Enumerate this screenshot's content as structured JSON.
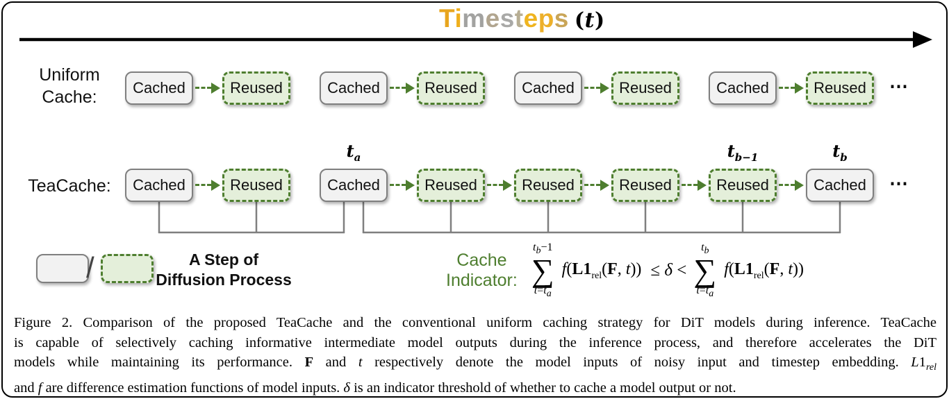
{
  "colors": {
    "accent_green": "#4e7e2f",
    "gold": "#E8A51E",
    "cached_fill": "#f2f2f2",
    "cached_border": "#7f7f7f",
    "reused_fill": "#e4efda",
    "bracket_gray": "#808080"
  },
  "title": {
    "letters": [
      {
        "ch": "T",
        "color": "#E8A51E"
      },
      {
        "ch": "i",
        "color": "#EFAF1C"
      },
      {
        "ch": "m",
        "color": "#A2A2A0"
      },
      {
        "ch": "e",
        "color": "#B1A58F"
      },
      {
        "ch": "s",
        "color": "#A9A9A7"
      },
      {
        "ch": "t",
        "color": "#B7AE94"
      },
      {
        "ch": "e",
        "color": "#EFB41F"
      },
      {
        "ch": "p",
        "color": "#EDB02A"
      },
      {
        "ch": "s",
        "color": "#C9A557"
      }
    ],
    "suffix_rich": "(<i>t</i>)"
  },
  "rows": [
    {
      "id": "uniform",
      "label_lines": [
        "Uniform",
        "Cache:"
      ],
      "boxes": [
        {
          "type": "cached",
          "label": "Cached"
        },
        {
          "type": "reused",
          "label": "Reused"
        },
        {
          "type": "cached",
          "label": "Cached"
        },
        {
          "type": "reused",
          "label": "Reused"
        },
        {
          "type": "cached",
          "label": "Cached"
        },
        {
          "type": "reused",
          "label": "Reused"
        },
        {
          "type": "cached",
          "label": "Cached"
        },
        {
          "type": "reused",
          "label": "Reused"
        }
      ],
      "arrows": [
        [
          0,
          1
        ],
        [
          2,
          3
        ],
        [
          4,
          5
        ],
        [
          6,
          7
        ]
      ],
      "tags": {},
      "trailing": "⋯"
    },
    {
      "id": "teacache",
      "label_lines": [
        "TeaCache:"
      ],
      "boxes": [
        {
          "type": "cached",
          "label": "Cached"
        },
        {
          "type": "reused",
          "label": "Reused"
        },
        {
          "type": "cached",
          "label": "Cached"
        },
        {
          "type": "reused",
          "label": "Reused"
        },
        {
          "type": "reused",
          "label": "Reused"
        },
        {
          "type": "reused",
          "label": "Reused"
        },
        {
          "type": "reused",
          "label": "Reused"
        },
        {
          "type": "cached",
          "label": "Cached"
        }
      ],
      "arrows": [
        [
          0,
          1
        ],
        [
          2,
          3
        ],
        [
          3,
          4
        ],
        [
          4,
          5
        ],
        [
          5,
          6
        ],
        [
          6,
          7
        ]
      ],
      "tags": {
        "2": "<i>t</i><sub><i>a</i></sub>",
        "6": "<i>t</i><sub><i>b</i>−1</sub>",
        "7": "<i>t</i><sub><i>b</i></sub>"
      },
      "trailing": "⋯"
    }
  ],
  "legend": {
    "slash": "/",
    "text_lines": [
      "A Step of",
      "Diffusion Process"
    ]
  },
  "indicator": {
    "label_lines": [
      "Cache",
      "Indicator:"
    ],
    "sum1_sup_rich": "<i>t</i><sub><i>b</i></sub>−1",
    "sum1_sub_rich": "<i>t</i>=<i>t</i><sub><i>a</i></sub>",
    "sigma": "∑",
    "expr1_rich": "<i>f</i>(<b>L1</b><sub>rel</sub>(<b>F</b>, <i>t</i>))",
    "relation_rich": "≤ <i>δ</i> &lt;",
    "sum2_sup_rich": "<i>t</i><sub><i>b</i></sub>",
    "sum2_sub_rich": "<i>t</i>=<i>t</i><sub><i>a</i></sub>",
    "expr2_rich": "<i>f</i>(<b>L1</b><sub>rel</sub>(<b>F</b>, <i>t</i>))"
  },
  "caption": {
    "lines_rich": [
      "Figure 2. Comparison of the proposed TeaCache and the conventional uniform caching strategy for DiT models during inference. TeaCache",
      "is capable of selectively caching informative intermediate model outputs during the inference process, and therefore accelerates the DiT",
      "models while maintaining its performance. <b>F</b> and <i>t</i> respectively denote the model inputs of noisy input and timestep embedding. <i>L</i>1<sub><i>rel</i></sub>",
      "and <i>f</i> are difference estimation functions of model inputs. <i>δ</i> is an indicator threshold of whether to cache a model output or not."
    ]
  }
}
